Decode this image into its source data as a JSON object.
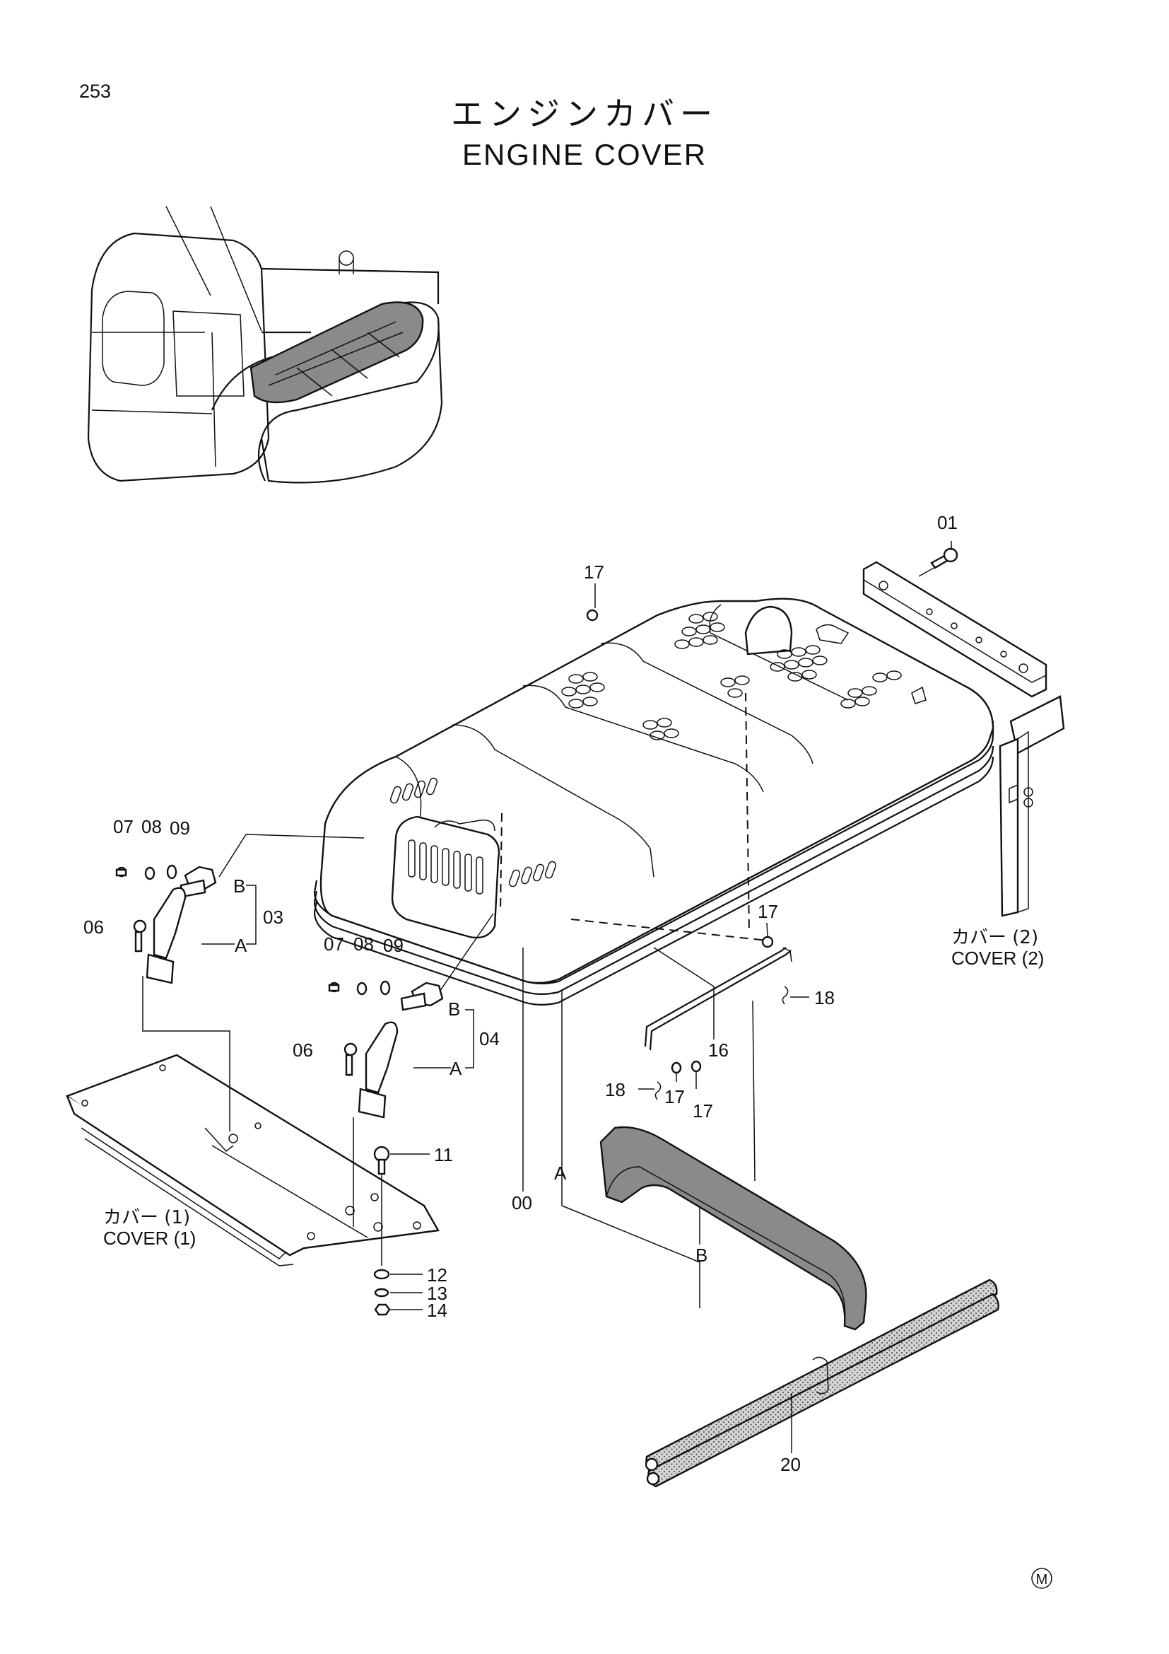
{
  "page_number": "253",
  "title_jp": "エンジンカバー",
  "title_en": "ENGINE COVER",
  "callouts": [
    {
      "id": "c01",
      "text": "01"
    },
    {
      "id": "c17a",
      "text": "17"
    },
    {
      "id": "c07a",
      "text": "07"
    },
    {
      "id": "c08a",
      "text": "08"
    },
    {
      "id": "c09a",
      "text": "09"
    },
    {
      "id": "cBa",
      "text": "B"
    },
    {
      "id": "c03",
      "text": "03"
    },
    {
      "id": "c06a",
      "text": "06"
    },
    {
      "id": "cAa",
      "text": "A"
    },
    {
      "id": "c07b",
      "text": "07"
    },
    {
      "id": "c08b",
      "text": "08"
    },
    {
      "id": "c09b",
      "text": "09"
    },
    {
      "id": "cBb",
      "text": "B"
    },
    {
      "id": "c04",
      "text": "04"
    },
    {
      "id": "c06b",
      "text": "06"
    },
    {
      "id": "cAb",
      "text": "A"
    },
    {
      "id": "c17b",
      "text": "17"
    },
    {
      "id": "c18a",
      "text": "18"
    },
    {
      "id": "c16",
      "text": "16"
    },
    {
      "id": "c18b",
      "text": "18"
    },
    {
      "id": "c17c",
      "text": "17"
    },
    {
      "id": "c17d",
      "text": "17"
    },
    {
      "id": "c11",
      "text": "11"
    },
    {
      "id": "c00",
      "text": "00"
    },
    {
      "id": "cAc",
      "text": "A"
    },
    {
      "id": "cBc",
      "text": "B"
    },
    {
      "id": "c12",
      "text": "12"
    },
    {
      "id": "c13",
      "text": "13"
    },
    {
      "id": "c14",
      "text": "14"
    },
    {
      "id": "c20",
      "text": "20"
    }
  ],
  "labels": {
    "cover2_jp": "カバー (2)",
    "cover2_en": "COVER (2)",
    "cover1_jp": "カバー (1)",
    "cover1_en": "COVER (1)"
  },
  "footer_mark": "M"
}
